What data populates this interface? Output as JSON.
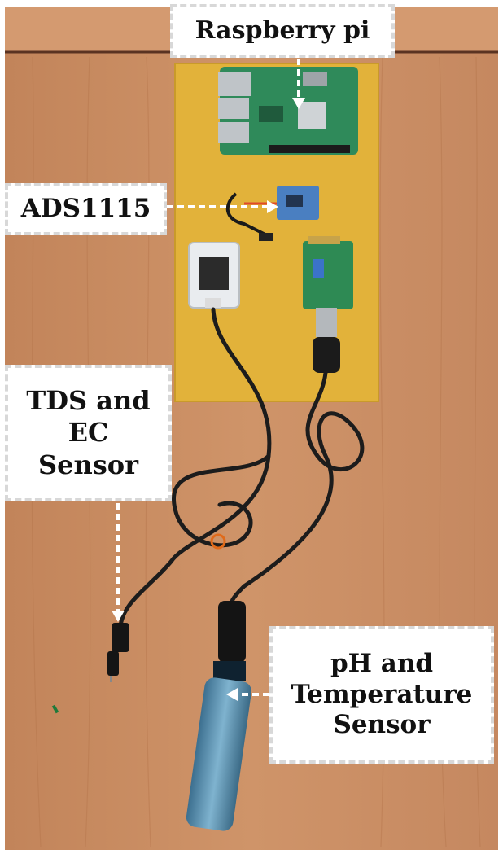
{
  "labels": {
    "raspberry_pi": "Raspberry pi",
    "ads1115": "ADS1115",
    "tds_ec_sensor": "TDS and\nEC\nSensor",
    "ph_temp_sensor": "pH and\nTemperature\nSensor"
  },
  "colors": {
    "desk_wood": "#c98a5a",
    "pcb_board": "#e3b53a",
    "label_border": "#d8d8d8",
    "label_text": "#111111"
  }
}
